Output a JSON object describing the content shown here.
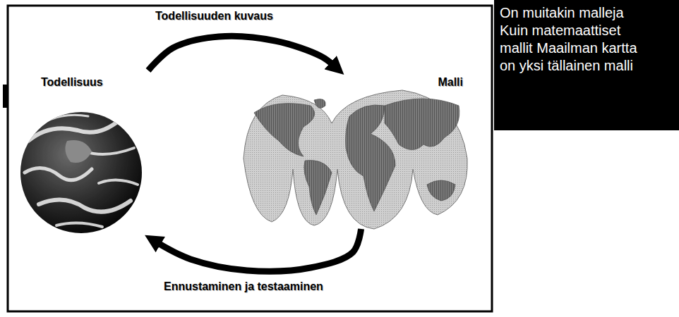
{
  "diagram": {
    "nodes": [
      {
        "text": [
          "Todellisuus"
        ]
      },
      {
        "text": [
          "Malli"
        ]
      },
      {
        "text": [
          "On muitakin malleja Kuin matemaattiset mallit Maailman kartta on yksi tällainen malli"
        ]
      }
    ],
    "edges": [
      {
        "from": 0,
        "to": 1,
        "arrow": "to",
        "label": "Todellisuuden kuvaus"
      },
      {
        "from": 1,
        "to": 0,
        "arrow": "to",
        "label": "Ennustaminen ja testaaminen"
      }
    ]
  }
}
